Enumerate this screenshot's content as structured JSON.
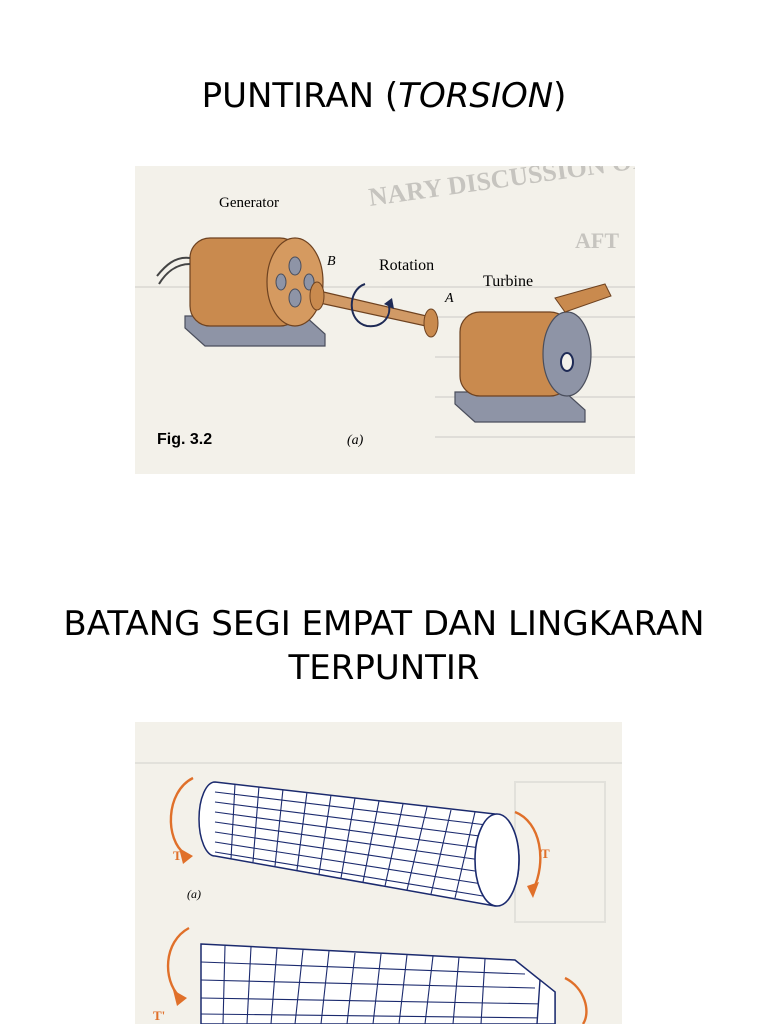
{
  "slide": {
    "title1_pre": "PUNTIRAN (",
    "title1_em": "TORSION",
    "title1_post": ")",
    "title2_line1": "BATANG SEGI EMPAT DAN LINGKARAN",
    "title2_line2": "TERPUNTIR"
  },
  "figure1": {
    "label_generator": "Generator",
    "label_rotation": "Rotation",
    "label_turbine": "Turbine",
    "label_b": "B",
    "label_a": "A",
    "caption": "Fig. 3.2",
    "sub": "(a)",
    "bg_text_1": "NARY DISCUSSION OF T",
    "bg_text_2": "AFT",
    "colors": {
      "copper": "#c98a4e",
      "base": "#8e94a6",
      "arrow": "#1e2a55"
    }
  },
  "figure2": {
    "label_t_left": "T'",
    "label_t_right": "T",
    "label_t_left2": "T'",
    "sub": "(a)",
    "colors": {
      "arrow": "#e0702a",
      "mesh": "#1b2a6e"
    }
  }
}
